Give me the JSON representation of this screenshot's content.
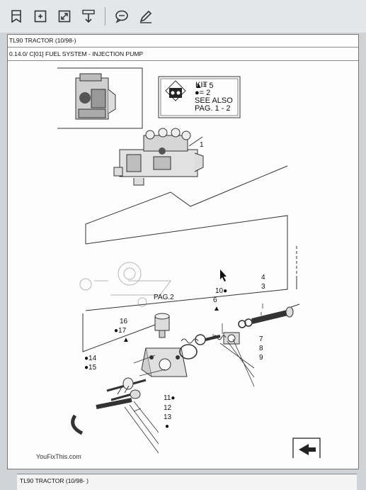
{
  "toolbar": {
    "buttons": [
      {
        "name": "bookmark-icon"
      },
      {
        "name": "expand-icon"
      },
      {
        "name": "fullscreen-icon"
      },
      {
        "name": "download-icon"
      },
      {
        "name": "comment-icon"
      },
      {
        "name": "pencil-icon"
      }
    ]
  },
  "document": {
    "title": "TL90 TRACTOR (10/98-)",
    "section": "0.14.0/  C[01] FUEL SYSTEM - INJECTION PUMP",
    "kit_label": "KIT",
    "kit_triangle": "▲= 5",
    "kit_dot": "●= 2",
    "see_also": "SEE ALSO",
    "pag_ref": "PAG. 1 - 2",
    "pag2": "PAG.2",
    "callouts": {
      "c1": "1",
      "c4": "4",
      "c3": "3",
      "c10": "10●",
      "c6": "6",
      "c6t": "▲",
      "c16": "16",
      "c17": "●17",
      "c17t": "▲",
      "c7": "7",
      "c8": "8",
      "c9": "9",
      "c14": "●14",
      "c15": "●15",
      "c11": "11●",
      "c12": "12",
      "c13": "13",
      "c13d": "●"
    },
    "watermark": "YouFixThis.com"
  },
  "footer": {
    "title": "TL90 TRACTOR (10/98- )"
  }
}
